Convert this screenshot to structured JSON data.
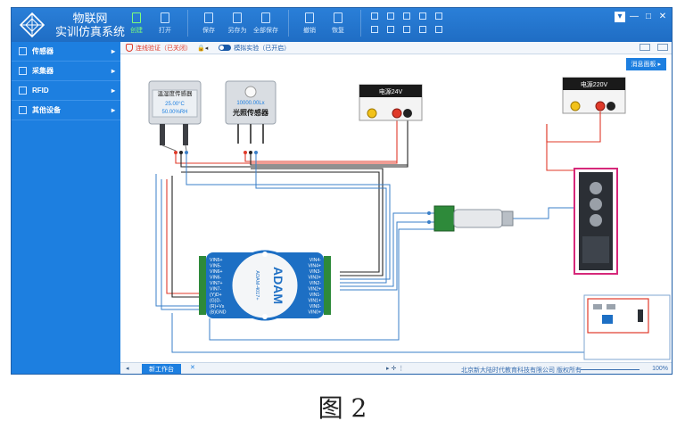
{
  "app": {
    "title_line1": "物联网",
    "title_line2": "实训仿真系统"
  },
  "toolbar": {
    "create": "创建",
    "open": "打开",
    "save": "保存",
    "save_as": "另存为",
    "save_all": "全部保存",
    "undo": "撤销",
    "redo": "恢复"
  },
  "sidebar": {
    "items": [
      {
        "label": "传感器"
      },
      {
        "label": "采集器"
      },
      {
        "label": "RFID"
      },
      {
        "label": "其他设备"
      }
    ]
  },
  "topbar": {
    "connection_check": "连线验证（已关闭）",
    "simulation": "模拟实验（已开启）",
    "message_panel": "消息面板"
  },
  "canvas": {
    "temp_sensor": {
      "name": "温湿度传感器",
      "temp": "25.00°C",
      "humidity": "50.00%RH"
    },
    "light_sensor": {
      "name": "光照传感器",
      "value": "10000.00Lx"
    },
    "power24": {
      "name": "电源24V"
    },
    "power220": {
      "name": "电源220V"
    },
    "adam": {
      "brand": "ADAM",
      "model": "ADAM-4017+",
      "left_pins": [
        "VIN5+",
        "VIN5-",
        "VIN6+",
        "VIN6-",
        "VIN7+",
        "VIN7-",
        "(Y)D+",
        "(G)D-",
        "(R)+Vs",
        "(B)GND"
      ],
      "right_pins": [
        "VIN4-",
        "VIN4+",
        "VIN3-",
        "VIN3+",
        "VIN2-",
        "VIN2+",
        "VIN1-",
        "VIN1+",
        "VIN0-",
        "VIN0+"
      ]
    }
  },
  "statusbar": {
    "tab_label": "新工作台",
    "copyright": "北京新大陆时代教育科技有限公司 版权所有",
    "zoom": "100%"
  },
  "caption": "图 2",
  "colors": {
    "accent": "#1d7fe0",
    "wire_red": "#e03a2a",
    "wire_blue": "#3a7fc8",
    "wire_black": "#222222",
    "pc_border": "#d6287a"
  }
}
